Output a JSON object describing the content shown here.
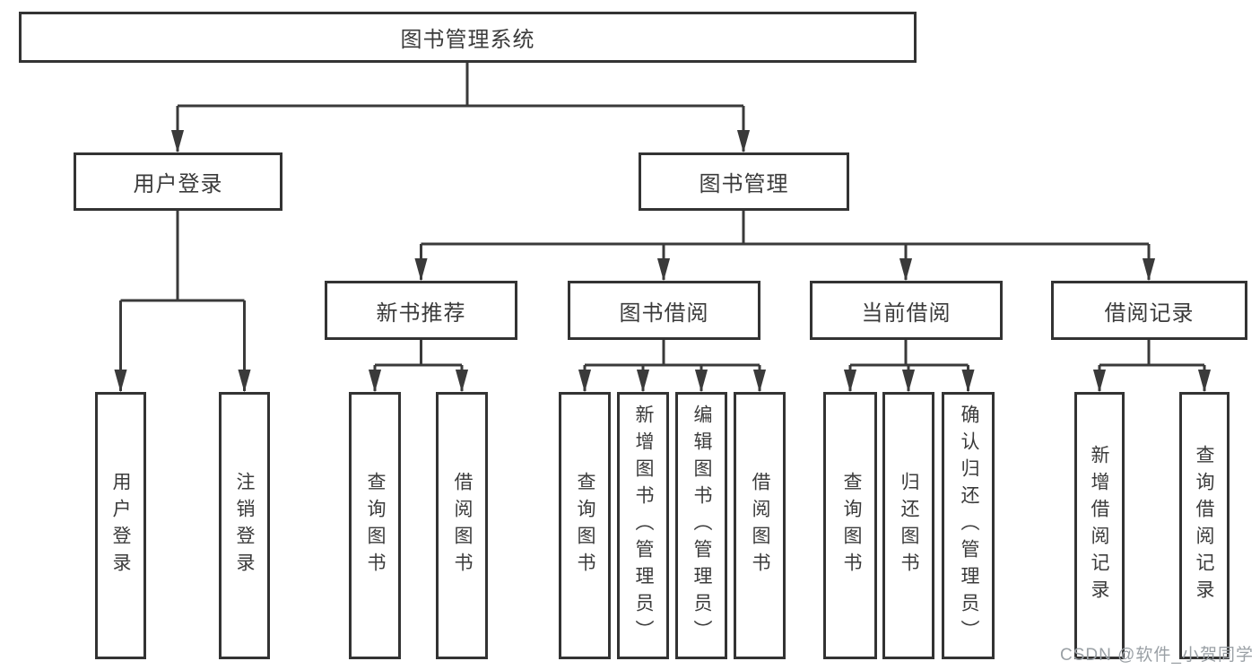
{
  "tree": {
    "label": "图书管理系统",
    "children": [
      {
        "label": "用户登录",
        "children": [
          {
            "label": "用户登录"
          },
          {
            "label": "注销登录"
          }
        ]
      },
      {
        "label": "图书管理",
        "children": [
          {
            "label": "新书推荐",
            "children": [
              {
                "label": "查询图书"
              },
              {
                "label": "借阅图书"
              }
            ]
          },
          {
            "label": "图书借阅",
            "children": [
              {
                "label": "查询图书"
              },
              {
                "label": "新增图书（管理员）"
              },
              {
                "label": "编辑图书（管理员）"
              },
              {
                "label": "借阅图书"
              }
            ]
          },
          {
            "label": "当前借阅",
            "children": [
              {
                "label": "查询图书"
              },
              {
                "label": "归还图书"
              },
              {
                "label": "确认归还（管理员）"
              }
            ]
          },
          {
            "label": "借阅记录",
            "children": [
              {
                "label": "新增借阅记录"
              },
              {
                "label": "查询借阅记录"
              }
            ]
          }
        ]
      }
    ]
  },
  "watermark": {
    "text": "CSDN @软件_小贺同学"
  },
  "colors": {
    "line": "#3a3a3a",
    "box_border": "#333333",
    "text": "#3b3b3b",
    "watermark": "#9aa0a5",
    "background": "#ffffff"
  }
}
